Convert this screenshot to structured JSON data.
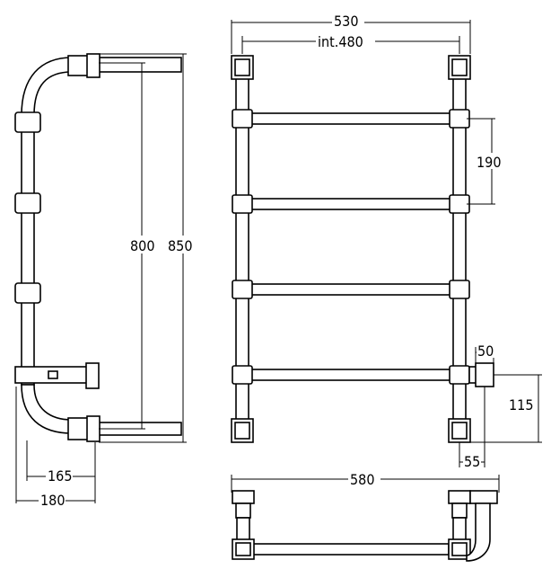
{
  "dimensions": {
    "side_total_height": "850",
    "side_inner_height": "800",
    "side_depth_outer": "180",
    "side_depth_inner": "165",
    "front_total_width": "530",
    "front_inner_width": "int.480",
    "rail_spacing": "190",
    "bottom_offset": "115",
    "valve_width": "50",
    "valve_offset": "55",
    "top_view_width": "580"
  }
}
